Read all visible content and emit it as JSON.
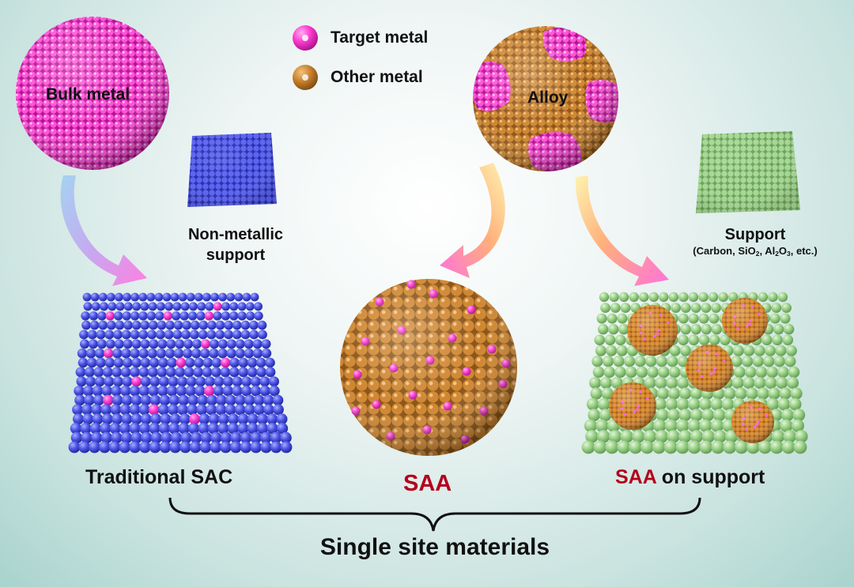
{
  "legend": {
    "target_metal": "Target metal",
    "other_metal": "Other metal"
  },
  "labels": {
    "bulk_metal": "Bulk metal",
    "alloy": "Alloy",
    "non_metallic_line1": "Non-metallic",
    "non_metallic_line2": "support",
    "support": "Support",
    "support_detail": {
      "open": "(Carbon, SiO",
      "sub1": "2",
      "mid": ", Al",
      "sub2": "2",
      "mid2": "O",
      "sub3": "3",
      "close": ", etc.)"
    },
    "traditional_sac": "Traditional SAC",
    "saa": "SAA",
    "saa_on_support_red": "SAA",
    "saa_on_support_rest": " on support",
    "single_site_materials": "Single site materials"
  },
  "colors": {
    "target_metal": "#ff3fd2",
    "other_metal": "#c97f2a",
    "non_metallic_support": "#4a52e6",
    "oxide_support": "#97cf84",
    "saa_label": "#b3001b"
  }
}
